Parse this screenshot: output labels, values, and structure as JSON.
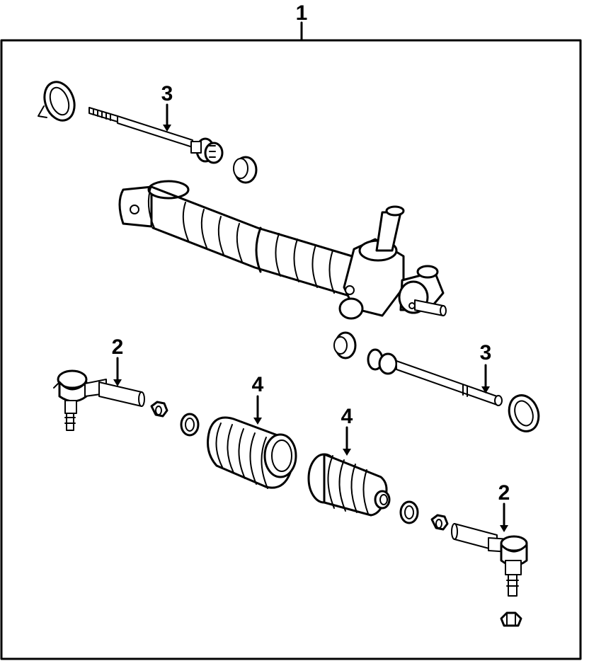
{
  "callouts": {
    "assembly": "1",
    "tie_rod_end_left": "2",
    "tie_rod_end_right": "2",
    "inner_tie_rod_upper": "3",
    "inner_tie_rod_lower": "3",
    "boot_left": "4",
    "boot_right": "4"
  },
  "colors": {
    "line": "#000000",
    "background": "#ffffff"
  }
}
